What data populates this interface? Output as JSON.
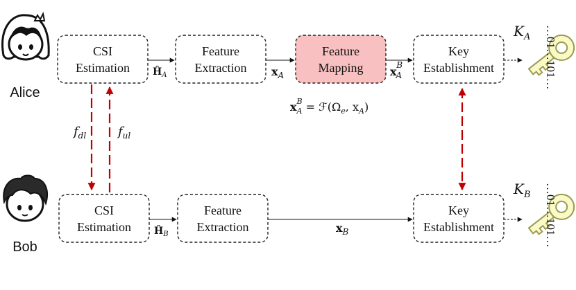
{
  "people": {
    "alice": "Alice",
    "bob": "Bob"
  },
  "alice_row": {
    "csi_line1": "CSI",
    "csi_line2": "Estimation",
    "fe_line1": "Feature",
    "fe_line2": "Extraction",
    "fm_line1": "Feature",
    "fm_line2": "Mapping",
    "ke_line1": "Key",
    "ke_line2": "Establishment",
    "h_hat": "Ĥ",
    "h_sub": "A",
    "x": "x",
    "x_sub": "A",
    "xb_sub": "A",
    "xb_sup": "B",
    "key": "K",
    "key_sub": "A",
    "bits": "…01…101…"
  },
  "mapping_formula": {
    "lhs": "x",
    "lhs_sub": "A",
    "lhs_sup": "B",
    "rhs": " = ℱ(Ω",
    "omega_sub": "e",
    "tail": ", x",
    "tail_sub": "A",
    "close": ")"
  },
  "links": {
    "downlink": "f",
    "downlink_sub": "dl",
    "uplink": "f",
    "uplink_sub": "ul"
  },
  "bob_row": {
    "csi_line1": "CSI",
    "csi_line2": "Estimation",
    "fe_line1": "Feature",
    "fe_line2": "Extraction",
    "ke_line1": "Key",
    "ke_line2": "Establishment",
    "h_hat": "Ĥ",
    "h_sub": "B",
    "x": "x",
    "x_sub": "B",
    "key": "K",
    "key_sub": "B",
    "bits": "…01…101…"
  },
  "colors": {
    "mapping_fill": "#f8c0c0",
    "link_red": "#c00000",
    "key_fill": "#fafac8",
    "key_stroke": "#9a9a50"
  }
}
